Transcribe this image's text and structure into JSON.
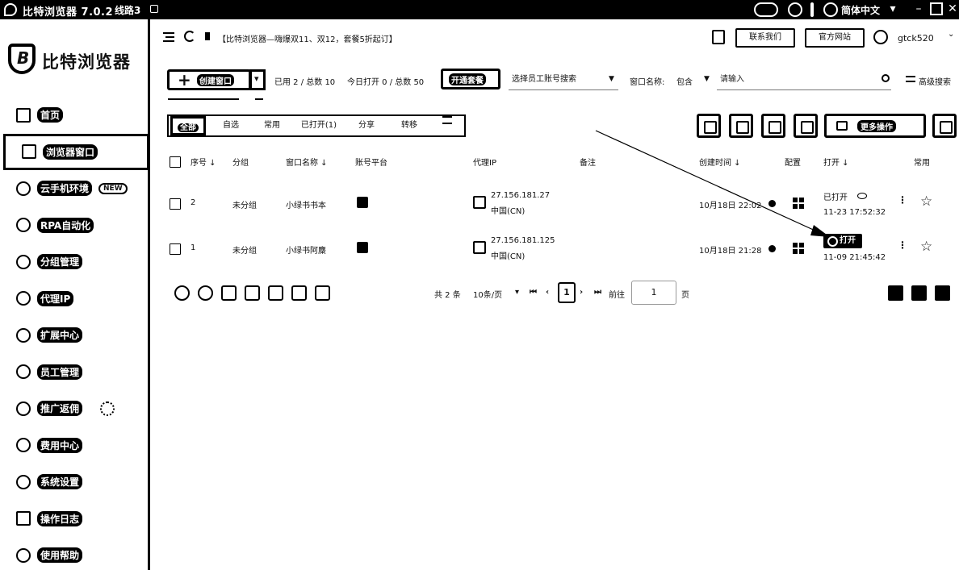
{
  "titlebar": {
    "app_title": "比特浏览器 7.0.2",
    "line": "线路3",
    "language": "简体中文"
  },
  "sidebar": {
    "brand": "比特浏览器",
    "items": [
      {
        "label": "首页",
        "icon": "home-icon"
      },
      {
        "label": "浏览器窗口",
        "icon": "window-icon"
      },
      {
        "label": "云手机环境",
        "icon": "cloud-phone-icon",
        "badge": "NEW"
      },
      {
        "label": "RPA自动化",
        "icon": "robot-icon"
      },
      {
        "label": "分组管理",
        "icon": "group-icon"
      },
      {
        "label": "代理IP",
        "icon": "proxy-icon"
      },
      {
        "label": "扩展中心",
        "icon": "extension-icon"
      },
      {
        "label": "员工管理",
        "icon": "staff-icon"
      },
      {
        "label": "推广返佣",
        "icon": "promo-icon"
      },
      {
        "label": "费用中心",
        "icon": "billing-icon"
      },
      {
        "label": "系统设置",
        "icon": "settings-icon"
      },
      {
        "label": "操作日志",
        "icon": "log-icon"
      },
      {
        "label": "使用帮助",
        "icon": "help-icon"
      }
    ]
  },
  "header": {
    "announcement": "【比特浏览器—嗨爆双11、双12，套餐5折起订】",
    "contact_label": "联系我们",
    "website_label": "官方网站",
    "username": "gtck520"
  },
  "toolbar": {
    "create_label": "创建窗口",
    "used_stat": "已用 2 / 总数 10",
    "today_stat": "今日打开 0 / 总数 50",
    "open_package_label": "开通套餐",
    "employee_search_placeholder": "选择员工账号搜索",
    "window_name_label": "窗口名称:",
    "window_name_mode": "包含",
    "window_name_placeholder": "请输入",
    "advanced_search_label": "高级搜索"
  },
  "tabs": {
    "items": [
      "全部",
      "自选",
      "常用",
      "已打开(1)",
      "分享",
      "转移"
    ],
    "more_ops_label": "更多操作"
  },
  "table": {
    "headers": {
      "seq": "序号",
      "group": "分组",
      "window_name": "窗口名称",
      "platform": "账号平台",
      "proxy": "代理IP",
      "remark": "备注",
      "created": "创建时间",
      "config": "配置",
      "open": "打开",
      "common": "常用"
    },
    "rows": [
      {
        "seq": "2",
        "group": "未分组",
        "name": "小绿书书本",
        "proxy_ip": "27.156.181.27",
        "proxy_region": "中国(CN)",
        "created": "10月18日 22:02",
        "open_status": "已打开",
        "open_time": "11-23 17:52:32"
      },
      {
        "seq": "1",
        "group": "未分组",
        "name": "小绿书阿麋",
        "proxy_ip": "27.156.181.125",
        "proxy_region": "中国(CN)",
        "created": "10月18日 21:28",
        "open_label": "打开",
        "open_time": "11-09 21:45:42"
      }
    ]
  },
  "pager": {
    "total": "共 2 条",
    "page_size": "10条/页",
    "current_page": "1",
    "goto_label": "前往",
    "goto_value": "1",
    "page_suffix": "页"
  }
}
